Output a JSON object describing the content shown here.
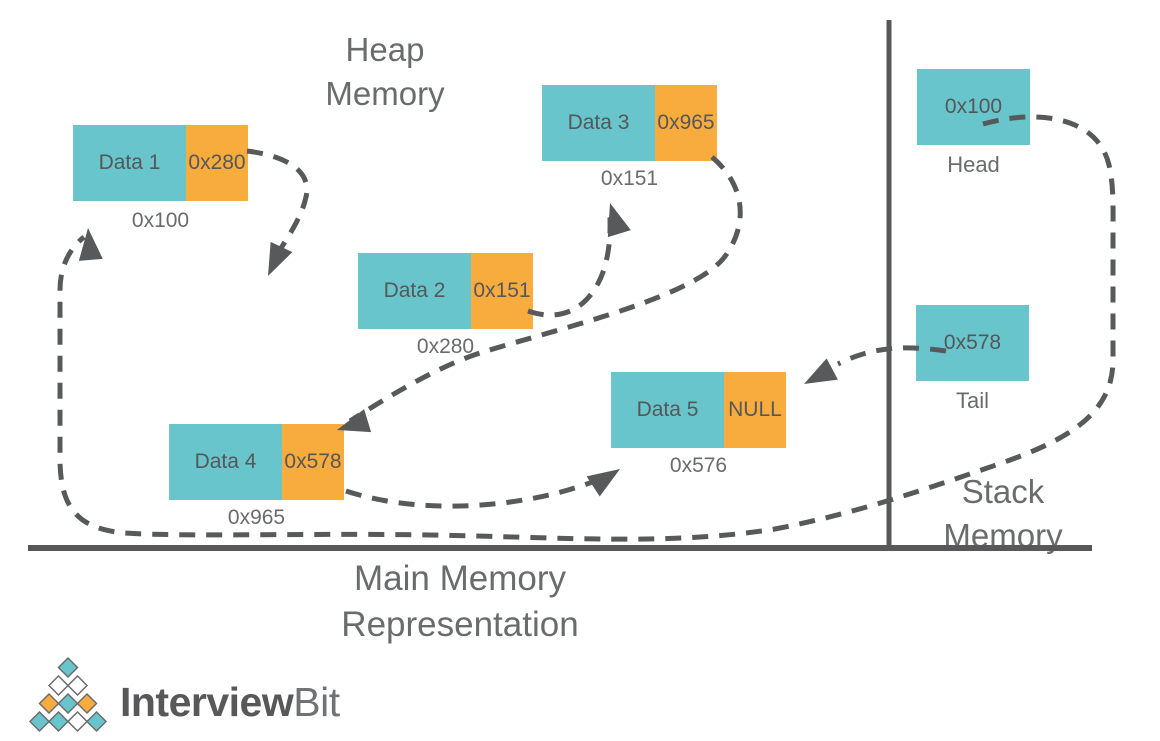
{
  "titles": {
    "heap_line1": "Heap",
    "heap_line2": "Memory",
    "stack_line1": "Stack",
    "stack_line2": "Memory",
    "main_line1": "Main Memory",
    "main_line2": "Representation"
  },
  "heap_nodes": [
    {
      "data": "Data 1",
      "next": "0x280",
      "address": "0x100"
    },
    {
      "data": "Data 2",
      "next": "0x151",
      "address": "0x280"
    },
    {
      "data": "Data 3",
      "next": "0x965",
      "address": "0x151"
    },
    {
      "data": "Data 4",
      "next": "0x578",
      "address": "0x965"
    },
    {
      "data": "Data 5",
      "next": "NULL",
      "address": "0x576"
    }
  ],
  "stack_pointers": [
    {
      "value": "0x100",
      "label": "Head"
    },
    {
      "value": "0x578",
      "label": "Tail"
    }
  ],
  "edges": [
    {
      "from": "Head (0x100)",
      "to": "Data 1"
    },
    {
      "from": "Data 1.next (0x280)",
      "to": "Data 2"
    },
    {
      "from": "Data 2.next (0x151)",
      "to": "Data 3"
    },
    {
      "from": "Data 3.next (0x965)",
      "to": "Data 4"
    },
    {
      "from": "Data 4.next (0x578)",
      "to": "Data 5"
    },
    {
      "from": "Tail (0x578)",
      "to": "Data 5"
    }
  ],
  "logo": {
    "brand_bold": "Interview",
    "brand_light": "Bit"
  },
  "colors": {
    "teal": "#68C5CB",
    "orange": "#F8AC3E",
    "line_gray": "#58595B",
    "text_gray": "#6A6B6D",
    "box_text": "#565759"
  }
}
